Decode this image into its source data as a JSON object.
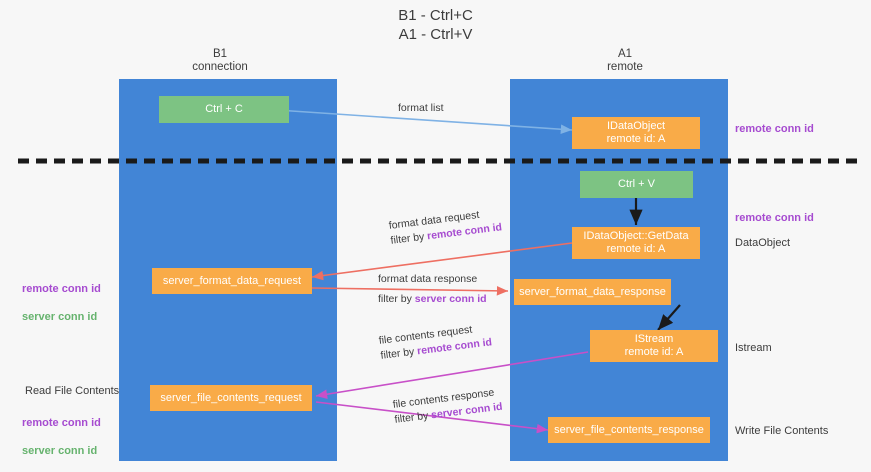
{
  "title": "B1 - Ctrl+C\nA1 - Ctrl+V",
  "columns": {
    "left": "B1\nconnection",
    "right": "A1\nremote"
  },
  "nodes": {
    "ctrl_c": "Ctrl + C",
    "ctrl_v": "Ctrl + V",
    "idataobject": "IDataObject\nremote id: A",
    "getdata": "IDataObject::GetData\nremote id: A",
    "istream": "IStream\nremote id: A",
    "server_format_data_request": "server_format_data_request",
    "server_format_data_response": "server_format_data_response",
    "server_file_contents_request": "server_file_contents_request",
    "server_file_contents_response": "server_file_contents_response"
  },
  "arrows": {
    "format_list": "format list",
    "format_data_request_l1": "format data request",
    "format_data_request_l2_prefix": "filter by ",
    "format_data_request_l2_key": "remote conn id",
    "format_data_response_l1": "format data response",
    "format_data_response_l2_prefix": "filter by ",
    "format_data_response_l2_key": "server conn id",
    "file_contents_request_l1": "file contents request",
    "file_contents_request_l2_prefix": "filter by ",
    "file_contents_request_l2_key": "remote conn id",
    "file_contents_response_l1": "file contents response",
    "file_contents_response_l2_prefix": "filter by ",
    "file_contents_response_l2_key": "server conn id"
  },
  "annotations": {
    "right_remote_conn_top": "remote conn id",
    "right_remote_conn_mid": "remote conn id",
    "right_dataobject": "DataObject",
    "right_istream": "Istream",
    "right_write_file_contents": "Write File Contents",
    "left_conn_ids_mid": "remote conn id\nserver conn id",
    "left_read_file_contents": "Read File Contents",
    "left_conn_ids_bottom": "remote conn id\nserver conn id"
  },
  "colors": {
    "lane": "#4285d6",
    "node_orange": "#f9ab48",
    "node_green": "#7dc383",
    "accent_purple": "#a64bd0",
    "accent_green": "#66b36e",
    "arrow_blue": "#7fb2e5",
    "arrow_red": "#ee6f62",
    "arrow_magenta": "#c850c8",
    "arrow_black": "#1a1a1a",
    "divider": "#1a1a1a",
    "background": "#f7f7f7"
  }
}
